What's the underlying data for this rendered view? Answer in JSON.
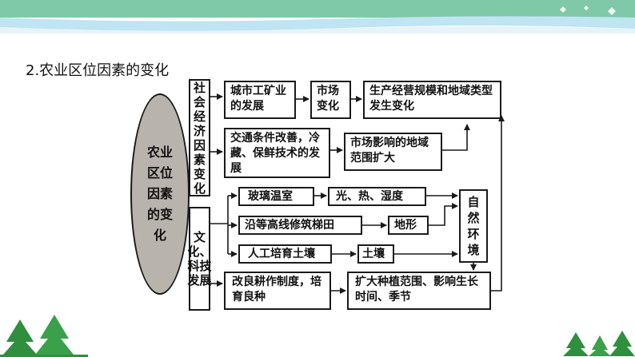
{
  "slide": {
    "title": "2.农业区位因素的变化"
  },
  "diagram": {
    "root": "农业区位因素的变化",
    "social_group": "社会经济因素变化",
    "tech_group": "文化、科技发展",
    "box_urban": "城市工矿业的发展",
    "box_market": "市场变化",
    "box_scale": "生产经营规模和地域类型发生变化",
    "box_transport": "交通条件改善，冷藏、保鲜技术的发展",
    "box_market_range": "市场影响的地域范围扩大",
    "box_greenhouse": "玻璃温室",
    "box_light": "光、热、湿度",
    "box_terrace": "沿等高线修筑梯田",
    "box_terrain": "地形",
    "box_soil_culture": "人工培育土壤",
    "box_soil": "土壤",
    "box_nature": "自然环境",
    "box_farming": "改良耕作制度，培育良种",
    "box_expand": "扩大种植范围、影响生长时间、季节"
  },
  "colors": {
    "banner_green": "#7fc9a8",
    "banner_blue": "#bfe4f2",
    "ellipse_fill": "#b9b3ad",
    "tree_green": "#2f8f3e"
  }
}
